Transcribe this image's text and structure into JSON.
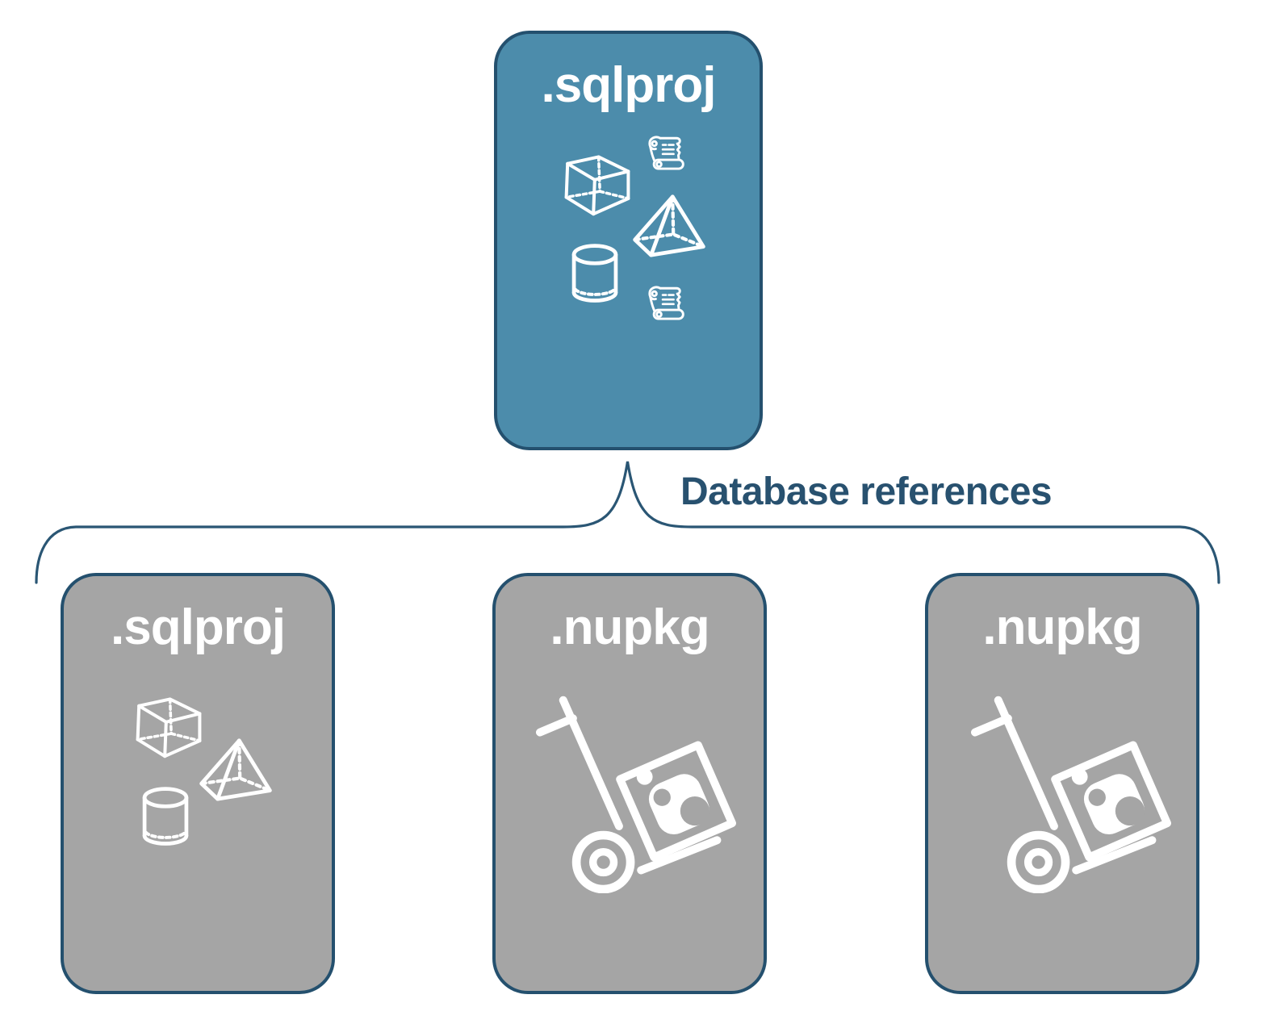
{
  "diagram": {
    "root_card": {
      "label": ".sqlproj",
      "variant": "blue",
      "icons": [
        "scroll-icon",
        "cube-icon",
        "pyramid-icon",
        "cylinder-icon",
        "scroll-icon"
      ]
    },
    "connector_label": "Database references",
    "child_cards": [
      {
        "label": ".sqlproj",
        "variant": "gray",
        "icons": [
          "cube-icon",
          "pyramid-icon",
          "cylinder-icon"
        ]
      },
      {
        "label": ".nupkg",
        "variant": "gray",
        "icons": [
          "handtruck-package-icon"
        ]
      },
      {
        "label": ".nupkg",
        "variant": "gray",
        "icons": [
          "handtruck-package-icon"
        ]
      }
    ],
    "colors": {
      "background": "#FFFFFF",
      "root_card_fill": "#4C8CAB",
      "child_card_fill": "#A5A5A5",
      "card_border": "#24506E",
      "connector_stroke": "#2A5674",
      "connector_label_text": "#28516F",
      "card_label_text": "#FFFFFF",
      "icon_stroke": "#FFFFFF"
    }
  }
}
